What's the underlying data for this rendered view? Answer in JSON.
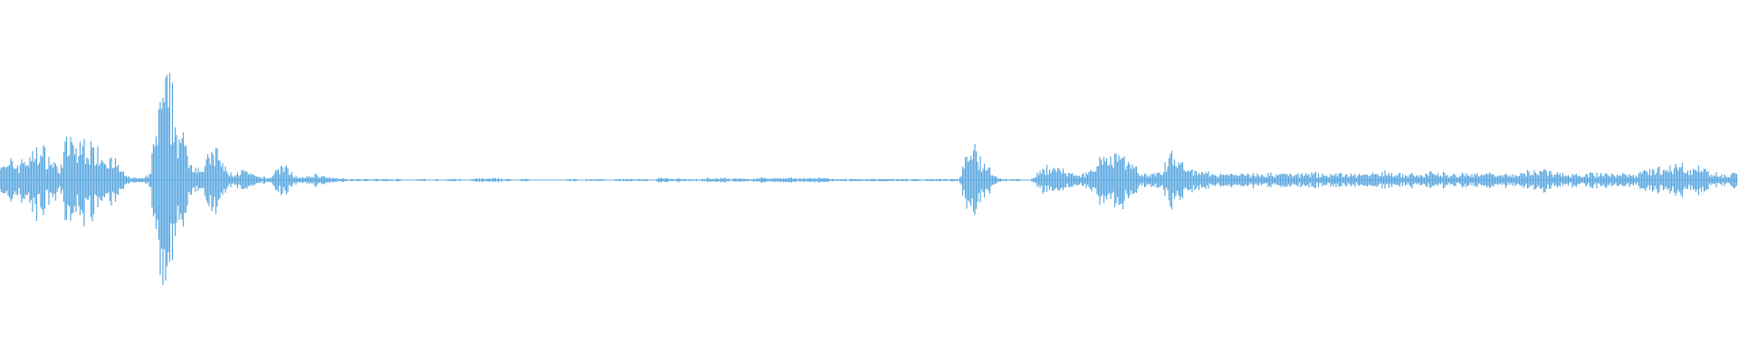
{
  "waveform": {
    "color": "#5aa8e0",
    "background": "#ffffff",
    "amplitude_envelope": [
      0.23,
      0.12,
      0.2,
      0.16,
      0.25,
      0.2,
      0.35,
      0.3,
      0.25,
      0.18,
      0.12,
      0.35,
      0.4,
      0.28,
      0.44,
      0.3,
      0.38,
      0.26,
      0.25,
      0.2,
      0.12,
      0.04,
      0.03,
      0.02,
      0.02,
      0.06,
      0.52,
      0.92,
      0.85,
      0.78,
      0.45,
      0.35,
      0.18,
      0.14,
      0.12,
      0.26,
      0.3,
      0.18,
      0.08,
      0.06,
      0.09,
      0.09,
      0.06,
      0.03,
      0.03,
      0.02,
      0.1,
      0.16,
      0.12,
      0.06,
      0.02,
      0.03,
      0.05,
      0.06,
      0.04,
      0.02,
      0.02,
      0.02,
      0.01,
      0.01,
      0.01,
      0.01,
      0.01,
      0.01,
      0.01,
      0.01,
      0.01,
      0.01,
      0.0,
      0.0,
      0.01,
      0.01,
      0.0,
      0.01,
      0.0,
      0.01,
      0.01,
      0.01,
      0.0,
      0.01,
      0.02,
      0.01,
      0.02,
      0.02,
      0.01,
      0.01,
      0.0,
      0.01,
      0.01,
      0.0,
      0.0,
      0.0,
      0.0,
      0.0,
      0.0,
      0.01,
      0.01,
      0.0,
      0.01,
      0.01,
      0.01,
      0.01,
      0.0,
      0.01,
      0.01,
      0.01,
      0.01,
      0.01,
      0.01,
      0.0,
      0.02,
      0.02,
      0.01,
      0.02,
      0.01,
      0.01,
      0.01,
      0.01,
      0.02,
      0.01,
      0.02,
      0.02,
      0.01,
      0.02,
      0.02,
      0.01,
      0.02,
      0.02,
      0.02,
      0.02,
      0.02,
      0.02,
      0.02,
      0.02,
      0.02,
      0.02,
      0.02,
      0.02,
      0.02,
      0.01,
      0.01,
      0.01,
      0.01,
      0.01,
      0.01,
      0.01,
      0.01,
      0.01,
      0.01,
      0.01,
      0.01,
      0.01,
      0.01,
      0.01,
      0.01,
      0.01,
      0.01,
      0.01,
      0.01,
      0.01,
      0.01,
      0.2,
      0.3,
      0.28,
      0.18,
      0.12,
      0.04,
      0.02,
      0.01,
      0.01,
      0.01,
      0.0,
      0.0,
      0.08,
      0.12,
      0.13,
      0.1,
      0.1,
      0.08,
      0.08,
      0.07,
      0.06,
      0.1,
      0.22,
      0.26,
      0.24,
      0.3,
      0.28,
      0.24,
      0.15,
      0.1,
      0.06,
      0.06,
      0.07,
      0.06,
      0.26,
      0.22,
      0.16,
      0.12,
      0.1,
      0.08,
      0.07,
      0.07,
      0.06,
      0.07,
      0.07,
      0.06,
      0.07,
      0.06,
      0.07,
      0.06,
      0.06,
      0.07,
      0.06,
      0.06,
      0.07,
      0.07,
      0.06,
      0.06,
      0.07,
      0.06,
      0.06,
      0.06,
      0.07,
      0.06,
      0.07,
      0.06,
      0.06,
      0.07,
      0.06,
      0.08,
      0.09,
      0.07,
      0.06,
      0.06,
      0.06,
      0.07,
      0.06,
      0.06,
      0.07,
      0.06,
      0.07,
      0.06,
      0.06,
      0.06,
      0.07,
      0.06,
      0.06,
      0.09,
      0.07,
      0.06,
      0.07,
      0.06,
      0.06,
      0.06,
      0.1,
      0.1,
      0.12,
      0.1,
      0.08,
      0.07,
      0.06,
      0.06,
      0.07,
      0.06,
      0.06,
      0.07,
      0.06,
      0.06,
      0.07,
      0.06,
      0.06,
      0.06,
      0.06,
      0.08,
      0.1,
      0.12,
      0.1,
      0.08,
      0.14,
      0.16,
      0.12,
      0.1,
      0.14,
      0.12,
      0.09,
      0.07,
      0.06,
      0.05,
      0.07
    ]
  }
}
